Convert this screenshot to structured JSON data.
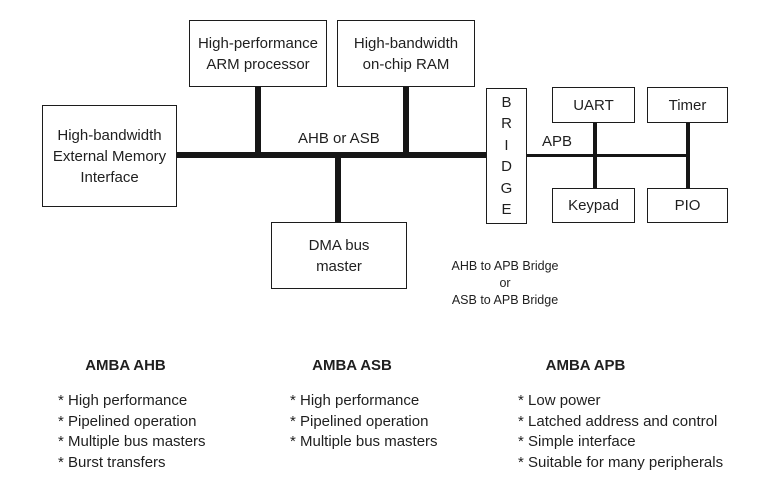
{
  "colors": {
    "background": "#ffffff",
    "line": "#161616",
    "box_border": "#1c1c1c",
    "text": "#1f1f1f"
  },
  "diagram": {
    "nodes": {
      "arm": {
        "label": "High-performance\nARM processor"
      },
      "ram": {
        "label": "High-bandwidth\non-chip RAM"
      },
      "emi": {
        "label": "High-bandwidth\nExternal Memory\nInterface"
      },
      "dma": {
        "label": "DMA bus\nmaster"
      },
      "bridge": {
        "label": "BRIDGE"
      },
      "uart": {
        "label": "UART"
      },
      "timer": {
        "label": "Timer"
      },
      "keypad": {
        "label": "Keypad"
      },
      "pio": {
        "label": "PIO"
      }
    },
    "bus_labels": {
      "ahb": "AHB or ASB",
      "apb": "APB"
    },
    "bridge_caption": "AHB to APB Bridge\nor\nASB to APB Bridge"
  },
  "legend": {
    "columns": [
      {
        "title": "AMBA AHB",
        "items": [
          "* High performance",
          "* Pipelined operation",
          "* Multiple bus masters",
          "* Burst transfers"
        ]
      },
      {
        "title": "AMBA ASB",
        "items": [
          "* High performance",
          "* Pipelined operation",
          "* Multiple bus masters"
        ]
      },
      {
        "title": "AMBA APB",
        "items": [
          "* Low power",
          "* Latched address and control",
          "* Simple interface",
          "* Suitable for many peripherals"
        ]
      }
    ]
  }
}
